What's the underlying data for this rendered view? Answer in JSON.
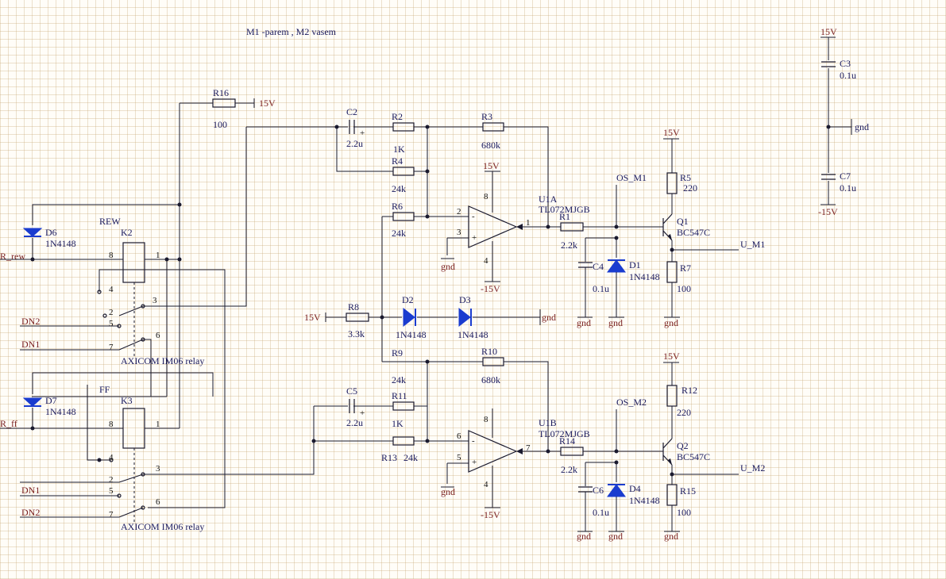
{
  "title": "M1 -parem , M2 vasem",
  "nets": {
    "v15": "15V",
    "vneg15": "-15V",
    "gnd": "gnd",
    "r_rew": "R_rew",
    "r_ff": "R_ff",
    "dn1": "DN1",
    "dn2": "DN2",
    "os_m1": "OS_M1",
    "os_m2": "OS_M2",
    "u_m1": "U_M1",
    "u_m2": "U_M2"
  },
  "parts": {
    "r16": {
      "ref": "R16",
      "val": "100"
    },
    "c2": {
      "ref": "C2",
      "val": "2.2u"
    },
    "r2": {
      "ref": "R2",
      "val": "1K"
    },
    "r3": {
      "ref": "R3",
      "val": "680k"
    },
    "r4": {
      "ref": "R4",
      "val": "24k"
    },
    "r6": {
      "ref": "R6",
      "val": "24k"
    },
    "u1a": {
      "ref": "U1A",
      "val": "TL072MJGB"
    },
    "r1": {
      "ref": "R1",
      "val": "2.2k"
    },
    "c4": {
      "ref": "C4",
      "val": "0.1u"
    },
    "d1": {
      "ref": "D1",
      "val": "1N4148"
    },
    "r5": {
      "ref": "R5",
      "val": "220"
    },
    "q1": {
      "ref": "Q1",
      "val": "BC547C"
    },
    "r7": {
      "ref": "R7",
      "val": "100"
    },
    "r8": {
      "ref": "R8",
      "val": "3.3k"
    },
    "d2": {
      "ref": "D2",
      "val": "1N4148"
    },
    "d3": {
      "ref": "D3",
      "val": "1N4148"
    },
    "r9": {
      "ref": "R9",
      "val": "24k"
    },
    "r10": {
      "ref": "R10",
      "val": "680k"
    },
    "c5": {
      "ref": "C5",
      "val": "2.2u"
    },
    "r11": {
      "ref": "R11",
      "val": "1K"
    },
    "r13": {
      "ref": "R13",
      "val": "24k"
    },
    "u1b": {
      "ref": "U1B",
      "val": "TL072MJGB"
    },
    "r14": {
      "ref": "R14",
      "val": "2.2k"
    },
    "c6": {
      "ref": "C6",
      "val": "0.1u"
    },
    "d4": {
      "ref": "D4",
      "val": "1N4148"
    },
    "r12": {
      "ref": "R12",
      "val": "220"
    },
    "q2": {
      "ref": "Q2",
      "val": "BC547C"
    },
    "r15": {
      "ref": "R15",
      "val": "100"
    },
    "c3": {
      "ref": "C3",
      "val": "0.1u"
    },
    "c7": {
      "ref": "C7",
      "val": "0.1u"
    },
    "d6": {
      "ref": "D6",
      "val": "1N4148"
    },
    "d7": {
      "ref": "D7",
      "val": "1N4148"
    },
    "k2": {
      "ref": "K2",
      "name": "REW",
      "val": "AXICOM IM06 relay"
    },
    "k3": {
      "ref": "K3",
      "name": "FF",
      "val": "AXICOM IM06 relay"
    }
  },
  "pins": {
    "p1": "1",
    "p2": "2",
    "p3": "3",
    "p4": "4",
    "p5": "5",
    "p6": "6",
    "p7": "7",
    "p8": "8"
  }
}
